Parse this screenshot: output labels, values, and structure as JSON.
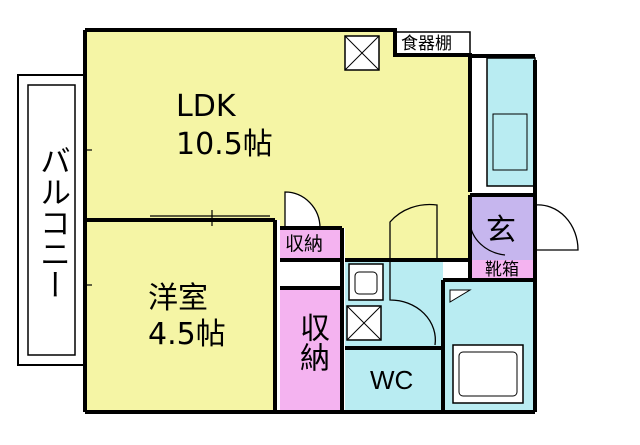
{
  "rooms": {
    "ldk": {
      "name": "LDK",
      "size": "10.5帖"
    },
    "western": {
      "name": "洋室",
      "size": "4.5帖"
    },
    "storage_small": "収納",
    "storage_large": "収納",
    "wc": "WC",
    "entrance": "玄",
    "shoe_box": "靴箱",
    "cupboard": "食器棚",
    "balcony": "バルコニー"
  },
  "colors": {
    "living": "#f5f5a5",
    "storage": "#f4b3f0",
    "wet": "#b9ecf2",
    "entrance": "#c6b6ee",
    "wall": "#000000"
  }
}
